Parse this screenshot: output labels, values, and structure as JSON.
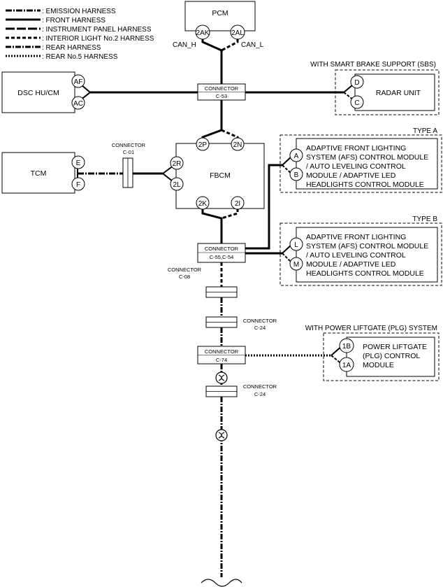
{
  "legend": [
    {
      "label": ": EMISSION HARNESS",
      "style": "emission"
    },
    {
      "label": ": FRONT HARNESS",
      "style": "front"
    },
    {
      "label": ": INSTRUMENT PANEL HARNESS",
      "style": "instrument"
    },
    {
      "label": ": INTERIOR LIGHT No.2 HARNESS",
      "style": "interior"
    },
    {
      "label": ": REAR HARNESS",
      "style": "rear"
    },
    {
      "label": ": REAR No.5 HARNESS",
      "style": "rear5"
    }
  ],
  "pcm": {
    "name": "PCM",
    "pin_h": "2AK",
    "pin_l": "2AL",
    "can_h": "CAN_H",
    "can_l": "CAN_L"
  },
  "dsc": {
    "name": "DSC HU/CM",
    "pin_top": "AF",
    "pin_bottom": "AC"
  },
  "sbs": {
    "group_label": "WITH SMART BRAKE SUPPORT (SBS)",
    "name": "RADAR UNIT",
    "pin_top": "D",
    "pin_bottom": "C"
  },
  "connector_c53": {
    "line1": "CONNECTOR",
    "line2": "C-53"
  },
  "connector_c01": {
    "line1": "CONNECTOR",
    "line2": "C-01"
  },
  "tcm": {
    "name": "TCM",
    "pin_top": "E",
    "pin_bottom": "F"
  },
  "fbcm": {
    "name": "FBCM",
    "pin_top_left": "2P",
    "pin_top_right": "2N",
    "pin_left_top": "2R",
    "pin_left_bottom": "2L",
    "pin_bottom_left": "2K",
    "pin_bottom_right": "2I"
  },
  "type_a": {
    "label": "TYPE A",
    "pin_top": "A",
    "pin_bottom": "B",
    "lines": [
      "ADAPTIVE FRONT LIGHTING",
      "SYSTEM (AFS) CONTROL MODULE",
      "/ AUTO LEVELING CONTROL",
      "MODULE / ADAPTIVE LED",
      "HEADLIGHTS CONTROL MODULE"
    ]
  },
  "type_b": {
    "label": "TYPE B",
    "pin_top": "L",
    "pin_bottom": "M",
    "lines": [
      "ADAPTIVE FRONT LIGHTING",
      "SYSTEM (AFS) CONTROL MODULE",
      "/ AUTO LEVELING CONTROL",
      "MODULE / ADAPTIVE LED",
      "HEADLIGHTS CONTROL MODULE"
    ]
  },
  "connector_c55": {
    "line1": "CONNECTOR",
    "line2": "C-55,C-54"
  },
  "connector_c08": {
    "line1": "CONNECTOR",
    "line2": "C-08"
  },
  "connector_c24a": {
    "line1": "CONNECTOR",
    "line2": "C-24"
  },
  "connector_c74": {
    "line1": "CONNECTOR",
    "line2": "C-74"
  },
  "connector_c24b": {
    "line1": "CONNECTOR",
    "line2": "C-24"
  },
  "plg": {
    "group_label": "WITH POWER LIFTGATE (PLG) SYSTEM",
    "pin_top": "1B",
    "pin_bottom": "1A",
    "lines": [
      "POWER LIFTGATE",
      "(PLG) CONTROL",
      "MODULE"
    ]
  }
}
